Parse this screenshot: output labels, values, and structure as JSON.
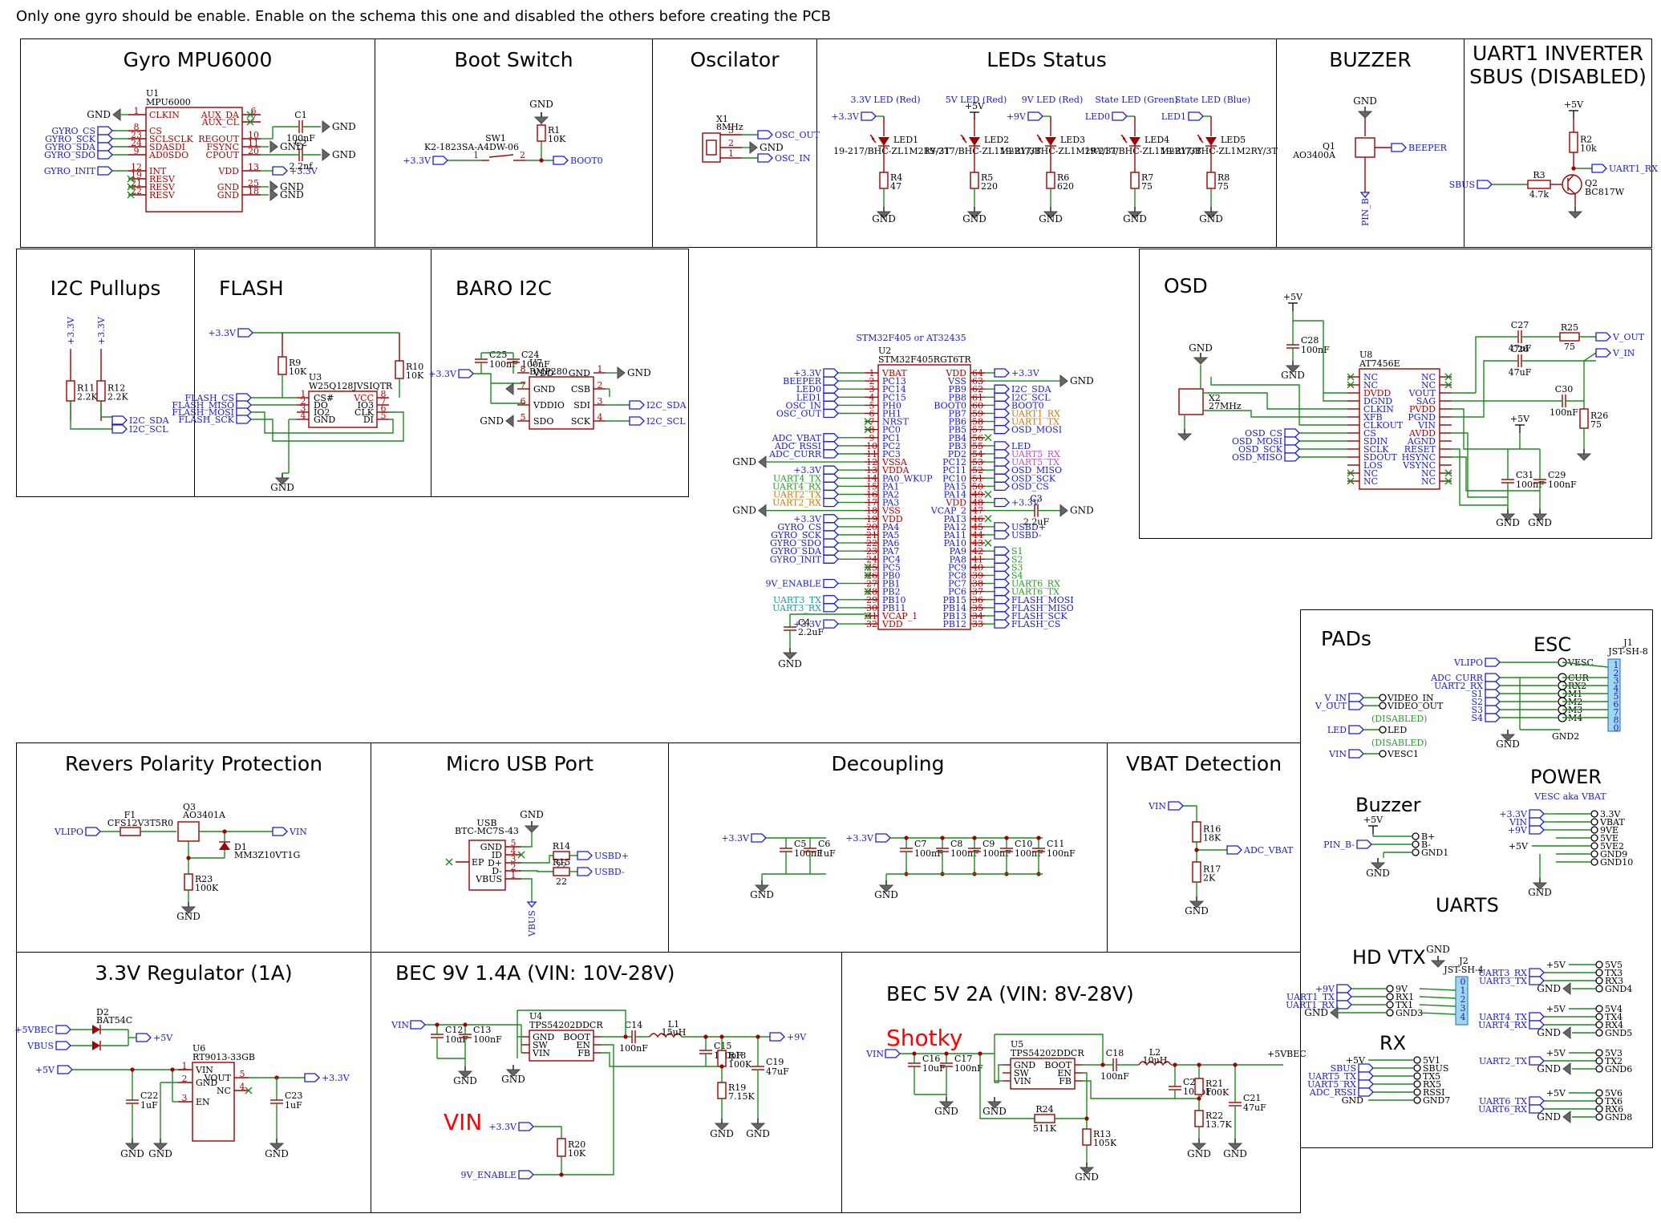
{
  "note": "Only one gyro should be enable. Enable on the schema this one and disabled the others before creating the PCB",
  "titles": {
    "gyro": "Gyro MPU6000",
    "boot": "Boot Switch",
    "osc": "Oscilator",
    "leds": "LEDs Status",
    "buzzer": "BUZZER",
    "uart1": "UART1 INVERTER\nSBUS (DISABLED)",
    "i2c": "I2C Pullups",
    "flash": "FLASH",
    "baro": "BARO I2C",
    "osd": "OSD",
    "pads": "PADs",
    "esc": "ESC",
    "power": "POWER",
    "pads_buzzer": "Buzzer",
    "uarts": "UARTS",
    "hdvtx": "HD VTX",
    "rx": "RX",
    "revpol": "Revers Polarity Protection",
    "usb": "Micro USB Port",
    "decoupling": "Decoupling",
    "vbat": "VBAT Detection",
    "reg33": "3.3V Regulator (1A)",
    "bec9": "BEC 9V 1.4A (VIN: 10V-28V)",
    "bec5": "BEC 5V 2A (VIN: 8V-28V)"
  },
  "annotations": {
    "shotky": "Shotky",
    "vin": "VIN"
  },
  "mcu": {
    "heading": "STM32F405 or AT32435",
    "ref": "U2",
    "part": "STM32F405RGT6TR",
    "left_pins": [
      [
        "1",
        "VBAT",
        "+3.3V"
      ],
      [
        "2",
        "PC13",
        "BEEPER"
      ],
      [
        "3",
        "PC14",
        "LED0"
      ],
      [
        "4",
        "PC15",
        "LED1"
      ],
      [
        "5",
        "PH0",
        "OSC_IN"
      ],
      [
        "6",
        "PH1",
        "OSC_OUT"
      ],
      [
        "7",
        "NRST",
        ""
      ],
      [
        "8",
        "PC0",
        ""
      ],
      [
        "9",
        "PC1",
        "ADC_VBAT"
      ],
      [
        "10",
        "PC2",
        "ADC_RSSI"
      ],
      [
        "11",
        "PC3",
        "ADC_CURR"
      ],
      [
        "12",
        "VSSA",
        "GND"
      ],
      [
        "13",
        "VDDA",
        "+3.3V"
      ],
      [
        "14",
        "PA0_WKUP",
        "UART4_TX"
      ],
      [
        "15",
        "PA1",
        "UART4_RX"
      ],
      [
        "16",
        "PA2",
        "UART2_TX"
      ],
      [
        "17",
        "PA3",
        "UART2_RX"
      ],
      [
        "18",
        "VSS",
        "GND"
      ],
      [
        "19",
        "VDD",
        "+3.3V"
      ],
      [
        "20",
        "PA4",
        "GYRO_CS"
      ],
      [
        "21",
        "PA5",
        "GYRO_SCK"
      ],
      [
        "22",
        "PA6",
        "GYRO_SDO"
      ],
      [
        "23",
        "PA7",
        "GYRO_SDA"
      ],
      [
        "24",
        "PC4",
        "GYRO_INIT"
      ],
      [
        "25",
        "PC5",
        ""
      ],
      [
        "26",
        "PB0",
        ""
      ],
      [
        "27",
        "PB1",
        "9V_ENABLE"
      ],
      [
        "28",
        "PB2",
        ""
      ],
      [
        "29",
        "PB10",
        "UART3_TX"
      ],
      [
        "30",
        "PB11",
        "UART3_RX"
      ],
      [
        "31",
        "VCAP_1",
        ""
      ],
      [
        "32",
        "VDD",
        "+3.3V"
      ]
    ],
    "right_pins": [
      [
        "64",
        "VDD",
        "+3.3V"
      ],
      [
        "63",
        "VSS",
        "GND"
      ],
      [
        "62",
        "PB9",
        "I2C_SDA"
      ],
      [
        "61",
        "PB8",
        "I2C_SCL"
      ],
      [
        "60",
        "BOOT0",
        "BOOT0"
      ],
      [
        "59",
        "PB7",
        "UART1_RX"
      ],
      [
        "58",
        "PB6",
        "UART1_TX"
      ],
      [
        "57",
        "PB5",
        "OSD_MOSI"
      ],
      [
        "56",
        "PB4",
        ""
      ],
      [
        "55",
        "PB3",
        "LED"
      ],
      [
        "54",
        "PD2",
        "UART5_RX"
      ],
      [
        "53",
        "PC12",
        "UART5_TX"
      ],
      [
        "52",
        "PC11",
        "OSD_MISO"
      ],
      [
        "51",
        "PC10",
        "OSD_SCK"
      ],
      [
        "50",
        "PA15",
        "OSD_CS"
      ],
      [
        "49",
        "PA14",
        ""
      ],
      [
        "48",
        "VDD",
        "+3.3V"
      ],
      [
        "47",
        "VCAP_2",
        "C3"
      ],
      [
        "46",
        "PA13",
        ""
      ],
      [
        "45",
        "PA12",
        "USBD+"
      ],
      [
        "44",
        "PA11",
        "USBD-"
      ],
      [
        "43",
        "PA10",
        ""
      ],
      [
        "42",
        "PA9",
        "S1"
      ],
      [
        "41",
        "PA8",
        "S2"
      ],
      [
        "40",
        "PC9",
        "S3"
      ],
      [
        "39",
        "PC8",
        "S4"
      ],
      [
        "38",
        "PC7",
        "UART6_RX"
      ],
      [
        "37",
        "PC6",
        "UART6_TX"
      ],
      [
        "36",
        "PB15",
        "FLASH_MOSI"
      ],
      [
        "35",
        "PB14",
        "FLASH_MISO"
      ],
      [
        "34",
        "PB13",
        "FLASH_SCK"
      ],
      [
        "33",
        "PB12",
        "FLASH_CS"
      ]
    ],
    "c3": "C3",
    "c3_val": "2.2uF",
    "c4": "C4",
    "c4_val": "2.2uF",
    "gnd": "GND"
  },
  "gyro": {
    "ref": "U1",
    "part": "MPU6000",
    "left": [
      [
        "CLKIN",
        "1"
      ],
      [
        "CS",
        "8"
      ],
      [
        "SCLSCLK",
        "23"
      ],
      [
        "SDASDI",
        "24"
      ],
      [
        "AD0SDO",
        "9"
      ],
      [
        "INT",
        "12"
      ],
      [
        "RESV",
        "19"
      ],
      [
        "RESV",
        "21"
      ],
      [
        "RESV",
        "22"
      ]
    ],
    "right": [
      [
        "AUX_DA",
        "6"
      ],
      [
        "AUX_CL",
        "7"
      ],
      [
        "REGOUT",
        "10"
      ],
      [
        "FSYNC",
        "11"
      ],
      [
        "CPOUT",
        "20"
      ],
      [
        "VDD",
        "13"
      ],
      [
        "GND",
        "25"
      ],
      [
        "GND",
        "18"
      ]
    ],
    "nets": [
      "GYRO_CS",
      "GYRO_SCK",
      "GYRO_SDA",
      "GYRO_SDO",
      "GYRO_INIT"
    ],
    "c1": "C1",
    "c1v": "100nF",
    "c2": "C2",
    "c2v": "2.2nf",
    "p33": "+3.3V",
    "gnd": "GND"
  },
  "boot": {
    "ref": "SW1",
    "part": "K2-1823SA-A4DW-06",
    "r": "R1",
    "rv": "10K",
    "in": "+3.3V",
    "out": "BOOT0",
    "gnd": "GND",
    "p1": "1",
    "p2": "2"
  },
  "osc": {
    "ref": "X1",
    "val": "8MHz",
    "out": "OSC_OUT",
    "in": "OSC_IN",
    "gnd": "GND",
    "p3": "3",
    "p2": "2",
    "p1": "1"
  },
  "leds": [
    {
      "title": "3.3V LED (Red)",
      "net": "+3.3V",
      "led": "LED1",
      "part": "19-217/BHC-ZL1M2RY/3T",
      "r": "R4",
      "rv": "47"
    },
    {
      "title": "5V LED (Red)",
      "net": "+5V",
      "led": "LED2",
      "part": "19-217/BHC-ZL1M2RY/3T",
      "r": "R5",
      "rv": "220"
    },
    {
      "title": "9V LED (Red)",
      "net": "+9V",
      "led": "LED3",
      "part": "19-217/BHC-ZL1M2RY/3T",
      "r": "R6",
      "rv": "620"
    },
    {
      "title": "State LED (Green)",
      "net": "LED0",
      "led": "LED4",
      "part": "19-217/BHC-ZL1M2RY/3T",
      "r": "R7",
      "rv": "75"
    },
    {
      "title": "State LED (Blue)",
      "net": "LED1",
      "led": "LED5",
      "part": "19-217/BHC-ZL1M2RY/3T",
      "r": "R8",
      "rv": "75"
    }
  ],
  "leds_gnd": "GND",
  "buzzer": {
    "ref": "Q1",
    "part": "AO3400A",
    "net": "BEEPER",
    "gnd": "GND",
    "pin": "PIN_B-"
  },
  "uart1": {
    "vcc": "+5V",
    "r2": "R2",
    "r2v": "10k",
    "r3": "R3",
    "r3v": "4.7k",
    "q": "Q2",
    "qv": "BC817W",
    "in": "SBUS",
    "out": "UART1_RX"
  },
  "i2c": {
    "a": "+3.3V",
    "b": "+3.3V",
    "r11": "R11",
    "r11v": "2.2K",
    "r12": "R12",
    "r12v": "2.2K",
    "sda": "I2C_SDA",
    "scl": "I2C_SCL"
  },
  "flash": {
    "ref": "U3",
    "part": "W25Q128JVSIQTR",
    "r9": "R9",
    "r9v": "10K",
    "r10": "R10",
    "r10v": "10K",
    "vcc": "+3.3V",
    "gnd": "GND",
    "nets": [
      "FLASH_CS",
      "FLASH_MISO",
      "FLASH_MOSI",
      "FLASH_SCK"
    ],
    "lp": [
      "CS#",
      "DO",
      "IO2",
      "GND"
    ],
    "rp": [
      "VCC",
      "IO3",
      "CLK",
      "DI"
    ],
    "lpn": [
      "1",
      "2",
      "3",
      "4"
    ],
    "rpn": [
      "8",
      "7",
      "6",
      "5"
    ]
  },
  "baro": {
    "ref": "U7",
    "part": "BMP280",
    "c25": "C25",
    "c25v": "100nF",
    "c24": "C24",
    "c24v": "100nF",
    "vcc": "+3.3V",
    "gnd": "GND",
    "lp": [
      "VDD",
      "GND",
      "VDDIO",
      "SDO"
    ],
    "rp": [
      "GND",
      "CSB",
      "SDI",
      "SCK"
    ],
    "lpn": [
      "8",
      "7",
      "6",
      "5"
    ],
    "rpn": [
      "1",
      "2",
      "3",
      "4"
    ],
    "sda": "I2C_SDA",
    "scl": "I2C_SCL"
  },
  "osd": {
    "ref": "U8",
    "part": "AT7456E",
    "x": "X2",
    "xv": "27MHz",
    "c28": "C28",
    "c28v": "100nF",
    "c27": "C27",
    "c27v": "47uF",
    "c26": "C26",
    "c26v": "47uF",
    "r25": "R25",
    "r25v": "75",
    "r26": "R26",
    "r26v": "75",
    "c30": "C30",
    "c30v": "100nF",
    "c31": "C31",
    "c31v": "100nF",
    "c29": "C29",
    "c29v": "100nF",
    "vcc": "+5V",
    "gnd": "GND",
    "vout": "V_OUT",
    "vin": "V_IN",
    "lp": [
      "NC",
      "NC",
      "DVDD",
      "DGND",
      "CLKIN",
      "XFB",
      "CLKOUT",
      "CS",
      "SDIN",
      "SCLK",
      "SDOUT",
      "LOS",
      "NC",
      "NC"
    ],
    "rp": [
      "NC",
      "NC",
      "VOUT",
      "SAG",
      "PVDD",
      "PGND",
      "VIN",
      "AVDD",
      "AGND",
      "RESET",
      "HSYNC",
      "VSYNC",
      "NC",
      "NC"
    ],
    "nets": [
      "OSD_CS",
      "OSD_MOSI",
      "OSD_SCK",
      "OSD_MISO"
    ]
  },
  "pads": {
    "items": [
      [
        "V_IN",
        "VIDEO_IN"
      ],
      [
        "V_OUT",
        "VIDEO_OUT"
      ],
      [
        "LED",
        "LED"
      ],
      [
        "VIN",
        "VESC1"
      ]
    ],
    "disabled": "(DISABLED)"
  },
  "esc": {
    "ref": "J1",
    "part": "JST-SH-8",
    "gnd": "GND2",
    "left": [
      "VLIPO",
      "ADC_CURR",
      "UART2_RX",
      "S1",
      "S2",
      "S3",
      "S4"
    ],
    "right": [
      "VESC",
      "CUR",
      "RX2",
      "M1",
      "M2",
      "M3",
      "M4"
    ],
    "pins": [
      "1",
      "2",
      "3",
      "4",
      "5",
      "6",
      "7",
      "8",
      "0"
    ],
    "gnd_lbl": "GND"
  },
  "power": {
    "sub": "VESC aka VBAT",
    "left": [
      "+3.3V",
      "VIN",
      "+9V",
      "+5V"
    ],
    "right": [
      "3.3V",
      "VBAT",
      "9VE",
      "5VE",
      "5VE2",
      "GND9",
      "GND10"
    ],
    "gnd": "GND"
  },
  "pbuz": {
    "vcc": "+5V",
    "pin": "PIN_B-",
    "right": [
      "B+",
      "B-",
      "GND1"
    ],
    "gnd": "GND"
  },
  "uarts": [
    {
      "vcc": "+5V",
      "left": [
        "UART3_RX",
        "UART3_TX"
      ],
      "right": [
        "5V5",
        "TX3",
        "RX3",
        "GND4"
      ]
    },
    {
      "vcc": "+5V",
      "left": [
        "UART4_TX",
        "UART4_RX"
      ],
      "right": [
        "5V4",
        "TX4",
        "RX4",
        "GND5"
      ]
    },
    {
      "vcc": "+5V",
      "left": [
        "UART2_TX"
      ],
      "right": [
        "5V3",
        "TX2",
        "GND6"
      ]
    },
    {
      "vcc": "+5V",
      "left": [
        "UART6_TX",
        "UART6_RX"
      ],
      "right": [
        "5V6",
        "TX6",
        "RX6",
        "GND8"
      ]
    }
  ],
  "uarts_gnd": "GND",
  "hdvtx": {
    "ref": "J2",
    "part": "JST-SH-4",
    "left": [
      "+9V",
      "UART1_TX",
      "UART1_RX",
      "GND"
    ],
    "right": [
      "9V",
      "RX1",
      "TX1",
      "GND3"
    ],
    "pins": [
      "0",
      "1",
      "2",
      "3",
      "4"
    ],
    "gnd": "GND"
  },
  "rx": {
    "left": [
      "+5V",
      "SBUS",
      "UART5_TX",
      "UART5_RX",
      "ADC_RSSI",
      "GND"
    ],
    "right": [
      "5V1",
      "SBUS",
      "TX5",
      "RX5",
      "RSSI",
      "GND7"
    ]
  },
  "revpol": {
    "in": "VLIPO",
    "out": "VIN",
    "f": "F1",
    "fv": "CFS12V3T5R0",
    "q": "Q3",
    "qv": "AO3401A",
    "d": "D1",
    "dv": "MM3Z10VT1G",
    "r": "R23",
    "rv": "100K",
    "gnd": "GND"
  },
  "usb": {
    "ref": "USB",
    "part": "BTC-MC7S-43",
    "pins": [
      "GND",
      "ID",
      "D+",
      "D-",
      "VBUS"
    ],
    "ep": "EP",
    "r14": "R14",
    "r14v": "22",
    "r15": "R15",
    "r15v": "22",
    "dp": "USBD+",
    "dm": "USBD-",
    "vbus": "VBUS",
    "gnd": "GND",
    "pn": [
      "5",
      "4",
      "3",
      "2",
      "1"
    ]
  },
  "decoupling": {
    "net": "+3.3V",
    "caps": [
      [
        "C5",
        "100nF"
      ],
      [
        "C6",
        "1uF"
      ],
      [
        "C7",
        "100nF"
      ],
      [
        "C8",
        "100nF"
      ],
      [
        "C9",
        "100nF"
      ],
      [
        "C10",
        "100nF"
      ],
      [
        "C11",
        "100nF"
      ]
    ],
    "gnd": "GND"
  },
  "vbat": {
    "in": "VIN",
    "r16": "R16",
    "r16v": "18K",
    "r17": "R17",
    "r17v": "2K",
    "out": "ADC_VBAT",
    "gnd": "GND"
  },
  "reg": {
    "ref": "U6",
    "part": "RT9013-33GB",
    "d": "D2",
    "dv": "BAT54C",
    "in1": "+5VBEC",
    "in2": "VBUS",
    "out": "+5V",
    "vin": "+5V",
    "vout": "+3.3V",
    "lp": [
      "VIN",
      "GND",
      "EN"
    ],
    "rp": [
      "VOUT",
      "NC"
    ],
    "lpn": [
      "1",
      "2",
      "3"
    ],
    "rpn": [
      "5",
      "4"
    ],
    "c22": "C22",
    "c22v": "1uF",
    "c23": "C23",
    "c23v": "1uF",
    "gnd": "GND"
  },
  "bec9": {
    "ref": "U4",
    "part": "TPS54202DDCR",
    "in": "VIN",
    "out": "+9V",
    "en_in": "+3.3V",
    "en_net": "9V_ENABLE",
    "c12": "C12",
    "c12v": "10uF",
    "c13": "C13",
    "c13v": "100nF",
    "c14": "C14",
    "c14v": "100nF",
    "l": "L1",
    "lv": "15uH",
    "c15": "C15",
    "c15v": "150pF",
    "r18": "R18",
    "r18v": "100K",
    "r19": "R19",
    "r19v": "7.15K",
    "c19": "C19",
    "c19v": "47uF",
    "r20": "R20",
    "r20v": "10K",
    "lp": [
      "GND",
      "SW",
      "VIN"
    ],
    "rp": [
      "BOOT",
      "EN",
      "FB"
    ],
    "gnd": "GND"
  },
  "bec5": {
    "ref": "U5",
    "part": "TPS54202DDCR",
    "in": "VIN",
    "out": "+5VBEC",
    "c16": "C16",
    "c16v": "10uF",
    "c17": "C17",
    "c17v": "100nF",
    "c18": "C18",
    "c18v": "100nF",
    "l": "L2",
    "lv": "10uH",
    "c20": "C20",
    "c20v": "100pF",
    "r21": "R21",
    "r21v": "100K",
    "r22": "R22",
    "r22v": "13.7K",
    "c21": "C21",
    "c21v": "47uF",
    "r24": "R24",
    "r24v": "511K",
    "r13": "R13",
    "r13v": "105K",
    "lp": [
      "GND",
      "SW",
      "VIN"
    ],
    "rp": [
      "BOOT",
      "EN",
      "FB"
    ],
    "gnd": "GND"
  }
}
